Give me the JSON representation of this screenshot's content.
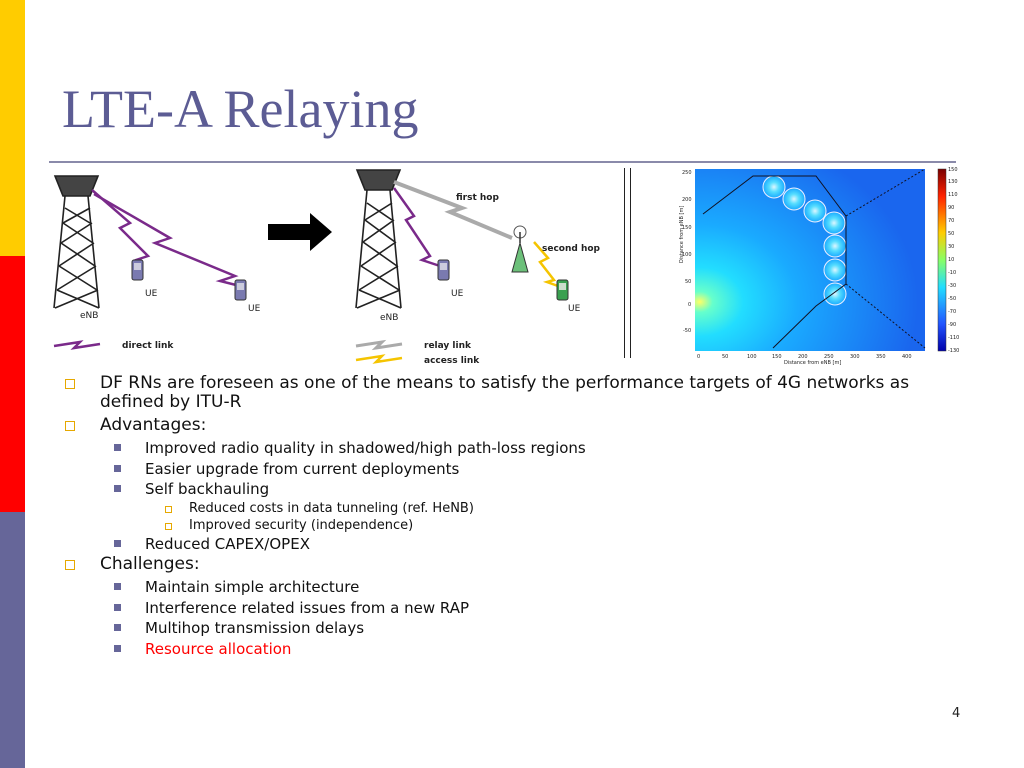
{
  "slide": {
    "title": "LTE-A Relaying",
    "page_number": "4"
  },
  "figure_left": {
    "enb_label": "eNB",
    "ue1_label": "UE",
    "ue2_label": "UE",
    "legend_direct": "direct link"
  },
  "figure_mid": {
    "enb_label": "eNB",
    "ue1_label": "UE",
    "ue2_label": "UE",
    "first_hop": "first hop",
    "second_hop": "second hop",
    "legend_relay": "relay link",
    "legend_access": "access link"
  },
  "heatmap": {
    "ylabel": "Distance from eNB [m]",
    "xlabel": "Distance from eNB [m]",
    "y_ticks": [
      "250",
      "200",
      "150",
      "100",
      "50",
      "0",
      "-50"
    ],
    "x_ticks": [
      "0",
      "50",
      "100",
      "150",
      "200",
      "250",
      "300",
      "350",
      "400"
    ],
    "colorbar_ticks": [
      "150",
      "130",
      "110",
      "90",
      "70",
      "50",
      "30",
      "10",
      "-10",
      "-30",
      "-50",
      "-70",
      "-90",
      "-110",
      "-130"
    ]
  },
  "bullets": {
    "b1": "DF RNs are foreseen as one of the means to satisfy the performance targets of 4G networks as defined by ITU-R",
    "b2": "Advantages:",
    "b2_1": "Improved radio quality in shadowed/high path-loss regions",
    "b2_2": "Easier upgrade from current deployments",
    "b2_3": "Self backhauling",
    "b2_3_1": "Reduced costs in data tunneling (ref. HeNB)",
    "b2_3_2": "Improved security (independence)",
    "b2_4": "Reduced CAPEX/OPEX",
    "b3": "Challenges:",
    "b3_1": "Maintain simple architecture",
    "b3_2": "Interference related issues from a new RAP",
    "b3_3": "Multihop transmission delays",
    "b3_4": "Resource allocation"
  },
  "colors": {
    "accent_yellow": "#ffcc00",
    "accent_red": "#ff0000",
    "accent_purple": "#666699",
    "title": "#5c5c94",
    "direct_link": "#7a2a8a",
    "access_link": "#f5c400",
    "highlight_red": "#ff0000"
  }
}
